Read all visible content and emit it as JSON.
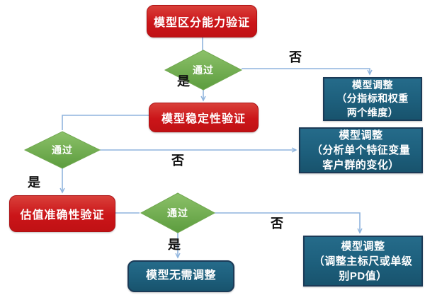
{
  "flowchart": {
    "nodes": {
      "step1": {
        "label": "模型区分能力验证"
      },
      "decision1": {
        "label": "通过"
      },
      "adjust1": {
        "lines": [
          "模型调整",
          "（分指标和权重",
          "两个维度）"
        ]
      },
      "step2": {
        "label": "模型稳定性验证"
      },
      "decision2": {
        "label": "通过"
      },
      "adjust2": {
        "lines": [
          "模型调整",
          "（分析单个特征变量",
          "客户群的变化）"
        ]
      },
      "step3": {
        "label": "估值准确性验证"
      },
      "decision3": {
        "label": "通过"
      },
      "adjust3": {
        "lines": [
          "模型调整",
          "（调整主标尺或单级",
          "别PD值）"
        ]
      },
      "final": {
        "label": "模型无需调整"
      }
    },
    "edge_labels": {
      "d1_yes": "是",
      "d1_no": "否",
      "d2_yes": "是",
      "d2_no": "否",
      "d3_yes": "是",
      "d3_no": "否"
    },
    "colors": {
      "process_fill": "#cb1519",
      "decision_fill": "#6fac4d",
      "adjust_fill": "#1d5f7c",
      "adjust_border": "#1b3a57",
      "connector": "#8fb4dd",
      "node_text": "#ffffff",
      "edge_label_text": "#111111"
    }
  }
}
